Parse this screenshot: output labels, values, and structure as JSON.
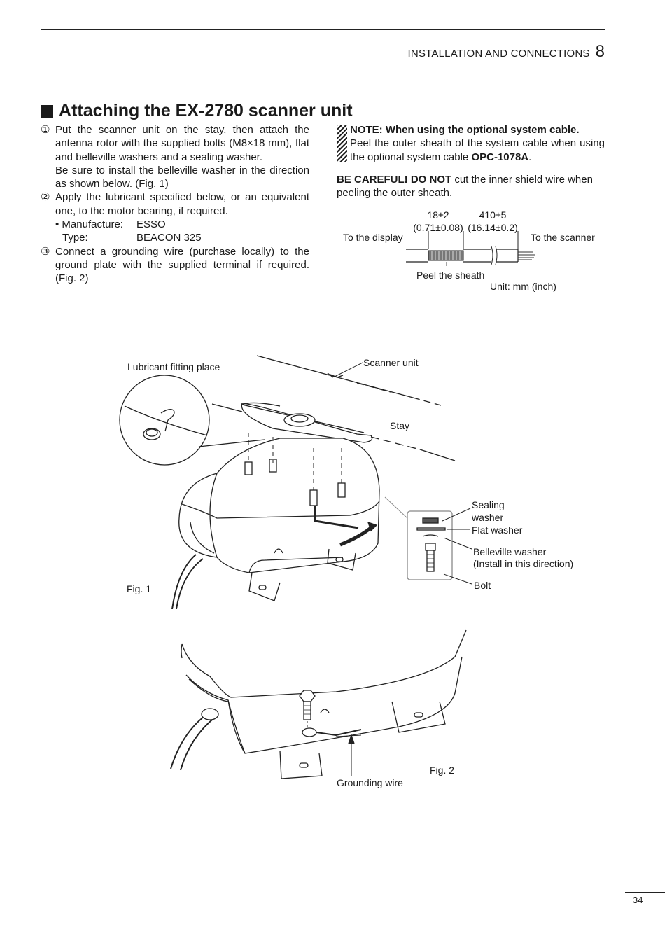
{
  "header": {
    "section_title": "INSTALLATION AND CONNECTIONS",
    "section_number": "8"
  },
  "title": "Attaching the EX-2780 scanner unit",
  "steps": {
    "s1_marker": "①",
    "s1_text": "Put the scanner unit on the stay, then attach the antenna rotor with the supplied bolts (M8×18 mm), flat and belleville washers and a sealing washer.",
    "s1_text2": "Be sure to install the belleville washer in the direction as shown below. (Fig. 1)",
    "s2_marker": "②",
    "s2_text": "Apply the lubricant specified below, or an equivalent one, to the motor bearing, if required.",
    "manufacturer_label": "• Manufacture:",
    "manufacturer_value": "ESSO",
    "type_label": "Type:",
    "type_value": "BEACON 325",
    "s3_marker": "③",
    "s3_text": "Connect a grounding wire (purchase locally) to the ground plate with the supplied terminal if required. (Fig. 2)"
  },
  "note": {
    "heading": "NOTE: When using the optional system cable.",
    "body_prefix": "Peel the outer sheath of the system cable when using the optional system cable ",
    "body_cable": "OPC-1078A",
    "body_suffix": "."
  },
  "careful": {
    "emphasis": "BE CAREFUL! DO NOT",
    "text": " cut the inner shield wire when peeling the outer sheath."
  },
  "cable_diagram": {
    "dim1": "18±2",
    "dim1_inch": "(0.71±0.08)",
    "dim2": "410±5",
    "dim2_inch": "(16.14±0.2)",
    "left_label": "To the display",
    "right_label": "To the scanner",
    "peel_label": "Peel the sheath",
    "unit_label": "Unit: mm (inch)"
  },
  "fig1": {
    "lubricant": "Lubricant fitting place",
    "scanner_unit": "Scanner unit",
    "stay": "Stay",
    "sealing_washer": "Sealing",
    "sealing_washer2": "washer",
    "flat_washer": "Flat washer",
    "belleville": "Belleville washer",
    "belleville_note": "(Install in this direction)",
    "bolt": "Bolt",
    "caption": "Fig. 1"
  },
  "fig2": {
    "grounding_wire": "Grounding wire",
    "caption": "Fig. 2"
  },
  "page_number": "34"
}
